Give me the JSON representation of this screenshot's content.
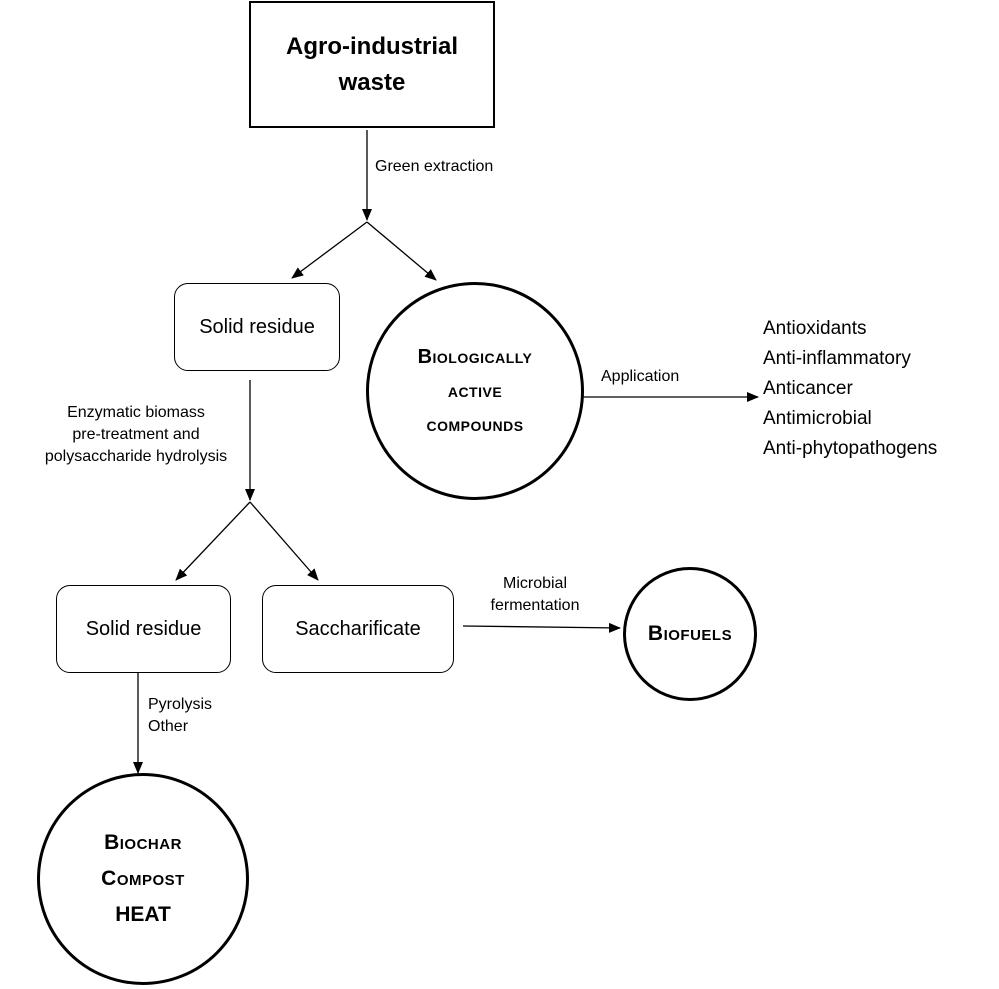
{
  "nodes": {
    "agro_waste": [
      "Agro-industrial",
      "waste"
    ],
    "solid_residue_1": "Solid residue",
    "bioactive": [
      "Biologically",
      "active",
      "compounds"
    ],
    "solid_residue_2": "Solid residue",
    "saccharificate": "Saccharificate",
    "biofuels": "Biofuels",
    "biochar": [
      "Biochar",
      "Compost",
      "HEAT"
    ]
  },
  "edge_labels": {
    "green_extraction": "Green extraction",
    "application": "Application",
    "enzymatic": [
      "Enzymatic biomass",
      "pre-treatment and",
      "polysaccharide hydrolysis"
    ],
    "microbial": [
      "Microbial",
      "fermentation"
    ],
    "pyrolysis": [
      "Pyrolysis",
      "Other"
    ]
  },
  "applications": [
    "Antioxidants",
    "Anti-inflammatory",
    "Anticancer",
    "Antimicrobial",
    "Anti-phytopathogens"
  ]
}
